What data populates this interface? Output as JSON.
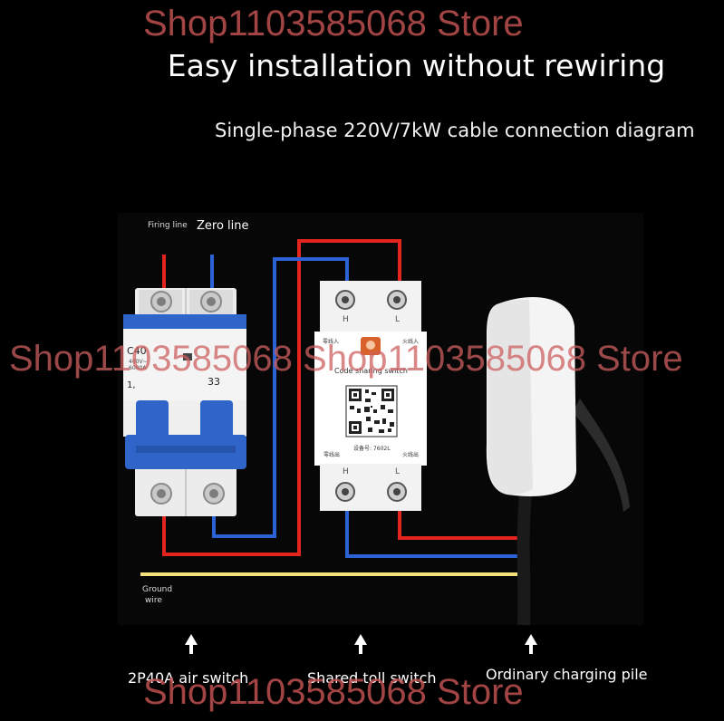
{
  "title": "Easy installation without rewiring",
  "subtitle": "Single-phase 220V/7kW cable connection diagram",
  "watermark": {
    "top": "Shop1103585068 Store",
    "middle": "Shop1103585068 Shop1103585068 Store",
    "bottom": "Shop1103585068 Store"
  },
  "wire_labels": {
    "firing_line": "Firing line",
    "zero_line": "Zero line",
    "ground_wire_1": "Ground",
    "ground_wire_2": "wire"
  },
  "breaker": {
    "model": "C40",
    "ratings": "400V~ 6000A",
    "marks": "1,",
    "pole_mark": "33"
  },
  "meter": {
    "terminal_left": "H",
    "terminal_right": "L",
    "heading_left": "零线入",
    "heading_right": "火线入",
    "caption": "Code sharing switch",
    "device_no": "设备号: 7602L",
    "footer_left": "零线出",
    "footer_right": "火线出"
  },
  "captions": {
    "breaker": "2P40A air switch",
    "meter": "Shared toll switch",
    "pile": "Ordinary charging pile"
  },
  "colors": {
    "live_wire": "#e3241f",
    "neutral_wire": "#2b62d6",
    "ground_wire": "#f3e07a",
    "background": "#000000"
  }
}
